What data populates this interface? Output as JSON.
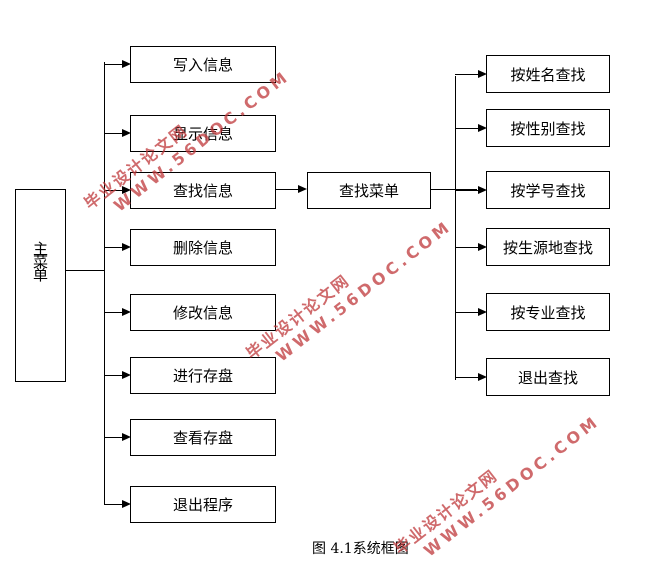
{
  "main_menu": {
    "label": "主菜单"
  },
  "menu_items": [
    {
      "label": "写入信息"
    },
    {
      "label": "显示信息"
    },
    {
      "label": "查找信息"
    },
    {
      "label": "删除信息"
    },
    {
      "label": "修改信息"
    },
    {
      "label": "进行存盘"
    },
    {
      "label": "查看存盘"
    },
    {
      "label": "退出程序"
    }
  ],
  "search_menu": {
    "label": "查找菜单"
  },
  "search_items": [
    {
      "label": "按姓名查找"
    },
    {
      "label": "按性别查找"
    },
    {
      "label": "按学号查找"
    },
    {
      "label": "按生源地查找"
    },
    {
      "label": "按专业查找"
    },
    {
      "label": "退出查找"
    }
  ],
  "caption": "图 4.1系统框图",
  "watermark": {
    "line1": "毕业设计论文网",
    "line2": "WWW.56DOC.COM",
    "color": "#c0393b"
  }
}
